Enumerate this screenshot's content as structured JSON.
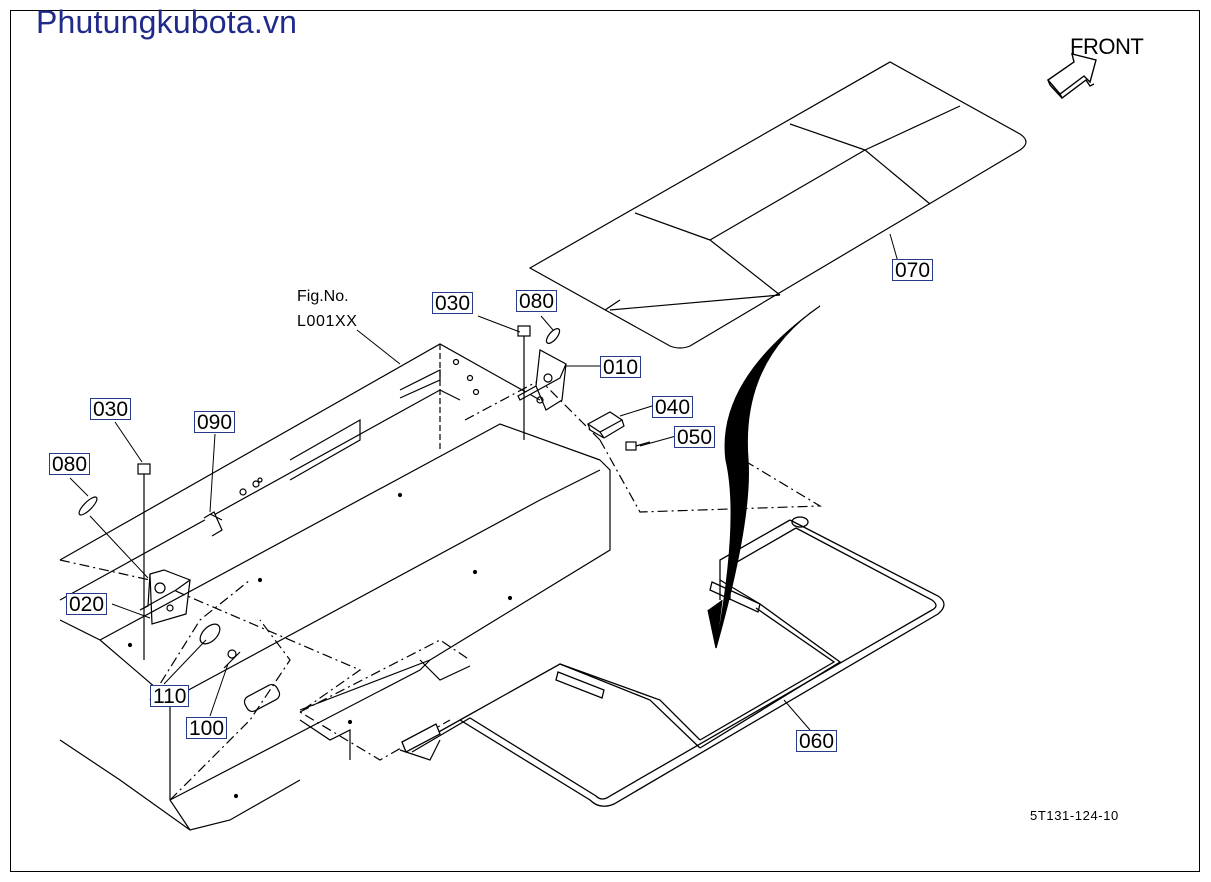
{
  "watermark": "Phutungkubota.vn",
  "orientation": {
    "label": "FRONT",
    "icon": "front-arrow-icon"
  },
  "figure_reference": {
    "label": "Fig.No.",
    "code": "L001XX"
  },
  "drawing_code": "5T131-124-10",
  "callouts": {
    "c010": "010",
    "c020": "020",
    "c030a": "030",
    "c030b": "030",
    "c040": "040",
    "c050": "050",
    "c060": "060",
    "c070": "070",
    "c080a": "080",
    "c080b": "080",
    "c090": "090",
    "c100": "100",
    "c110": "110"
  },
  "colors": {
    "watermark": "#1f2a8a",
    "callout_border": "#2a3a8a",
    "line": "#000000"
  }
}
